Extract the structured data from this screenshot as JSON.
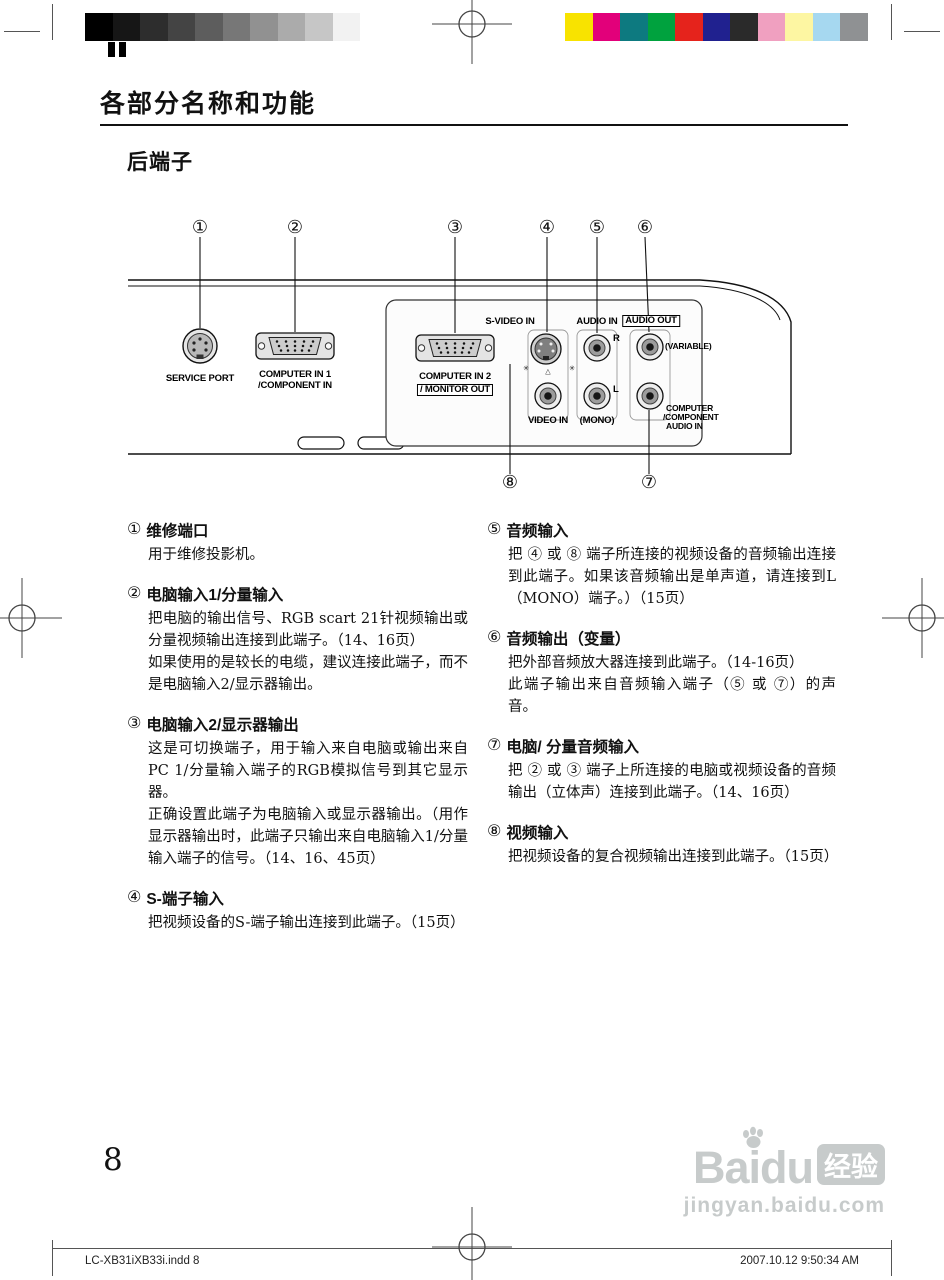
{
  "page": {
    "title": "各部分名称和功能",
    "subtitle": "后端子",
    "page_number": "8"
  },
  "footer": {
    "left": "LC-XB31iXB33i.indd   8",
    "right": "2007.10.12   9:50:34 AM"
  },
  "watermark": {
    "brand": "Baidu",
    "suffix": "经验",
    "url": "jingyan.baidu.com"
  },
  "calibration": {
    "grayscale": [
      "#000000",
      "#161616",
      "#2d2d2d",
      "#444444",
      "#5d5d5d",
      "#777777",
      "#919191",
      "#ababab",
      "#c6c6c6",
      "#f2f2f2"
    ],
    "colors": [
      "#f8e300",
      "#e2007a",
      "#0d7a80",
      "#00a23e",
      "#e5231c",
      "#20218f",
      "#2a2a2a",
      "#f0a0c0",
      "#fdf6a2",
      "#a6d8f0",
      "#8f9193"
    ]
  },
  "diagram": {
    "callouts": {
      "c1": "①",
      "c2": "②",
      "c3": "③",
      "c4": "④",
      "c5": "⑤",
      "c6": "⑥",
      "c7": "⑦",
      "c8": "⑧"
    },
    "labels": {
      "service_port": "SERVICE PORT",
      "comp1a": "COMPUTER IN 1",
      "comp1b": "/COMPONENT IN",
      "comp2a": "COMPUTER IN 2",
      "comp2b": "/ MONITOR OUT",
      "svideo": "S-VIDEO IN",
      "audio_in": "AUDIO IN",
      "audio_out": "AUDIO OUT",
      "variable": "(VARIABLE)",
      "r": "R",
      "l": "L",
      "mono": "(MONO)",
      "video_in": "VIDEO IN",
      "ca1": "COMPUTER",
      "ca2": "/COMPONENT",
      "ca3": "AUDIO IN",
      "star": "✳",
      "triangle": "△"
    }
  },
  "columns": {
    "left": [
      {
        "num": "①",
        "heading": "维修端口",
        "body": [
          "用于维修投影机。"
        ]
      },
      {
        "num": "②",
        "heading": "电脑输入1/分量输入",
        "body": [
          "把电脑的输出信号、RGB scart 21针视频输出或分量视频输出连接到此端子。（14、16页）",
          "如果使用的是较长的电缆，建议连接此端子，而不是电脑输入2/显示器输出。"
        ]
      },
      {
        "num": "③",
        "heading": "电脑输入2/显示器输出",
        "body": [
          "这是可切换端子，用于输入来自电脑或输出来自PC 1/分量输入端子的RGB模拟信号到其它显示器。",
          "正确设置此端子为电脑输入或显示器输出。（用作显示器输出时，此端子只输出来自电脑输入1/分量输入端子的信号。（14、16、45页）"
        ]
      },
      {
        "num": "④",
        "heading": "S-端子输入",
        "body": [
          "把视频设备的S-端子输出连接到此端子。（15页）"
        ]
      }
    ],
    "right": [
      {
        "num": "⑤",
        "heading": "音频输入",
        "body": [
          "把 ④ 或 ⑧ 端子所连接的视频设备的音频输出连接到此端子。如果该音频输出是单声道，请连接到L（MONO）端子。）（15页）"
        ]
      },
      {
        "num": "⑥",
        "heading": "音频输出（变量）",
        "body": [
          "把外部音频放大器连接到此端子。（14-16页）",
          "此端子输出来自音频输入端子（⑤ 或 ⑦）的声音。"
        ]
      },
      {
        "num": "⑦",
        "heading": "电脑/ 分量音频输入",
        "body": [
          "把 ② 或 ③ 端子上所连接的电脑或视频设备的音频输出（立体声）连接到此端子。（14、16页）"
        ]
      },
      {
        "num": "⑧",
        "heading": "视频输入",
        "body": [
          "把视频设备的复合视频输出连接到此端子。（15页）"
        ]
      }
    ]
  }
}
